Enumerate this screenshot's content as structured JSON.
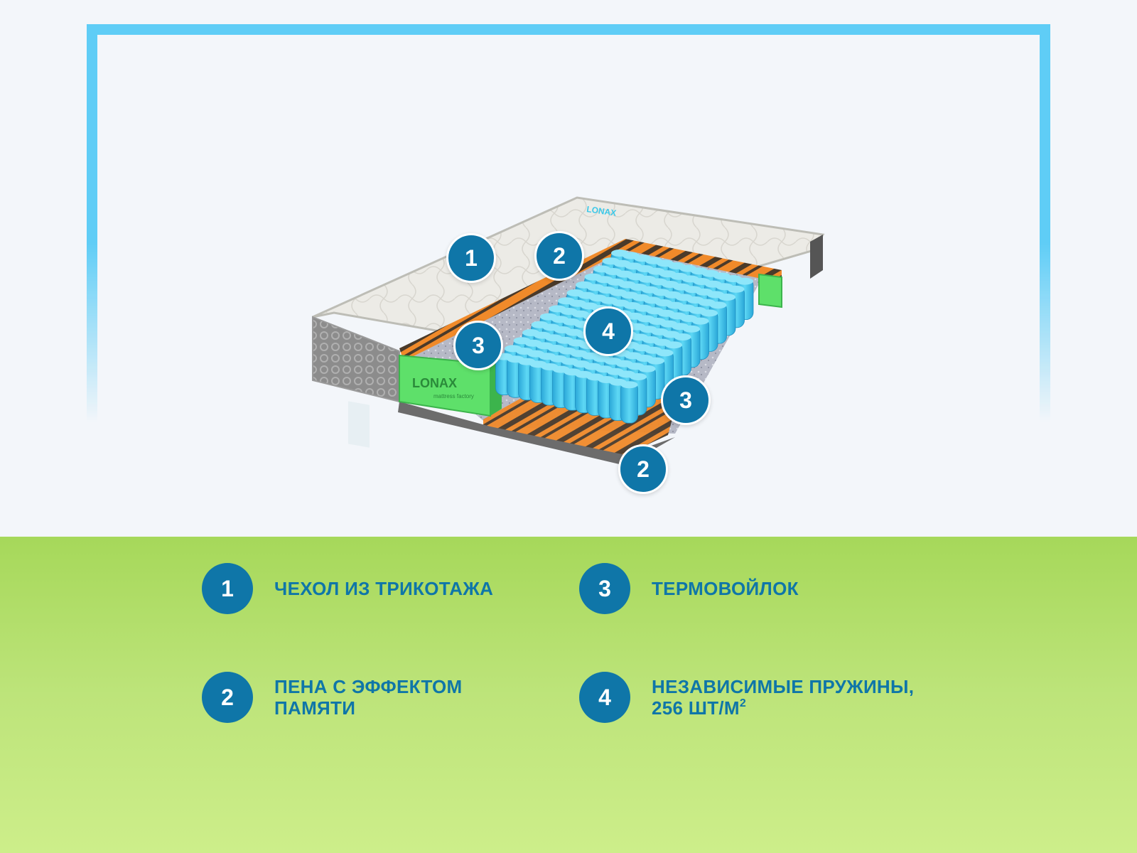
{
  "colors": {
    "frame": "#5fcdf6",
    "badge": "#0f76a8",
    "legend_bg_top": "#a6d85a",
    "legend_bg_bottom": "#cdee8a",
    "legend_text": "#0f76a8",
    "spring": "#3ec7ea",
    "foam_green": "#5ee06a",
    "foam_orange": "#f08a2a"
  },
  "mattress": {
    "logo_front": "LONAX",
    "logo_front_sub": "mattress factory",
    "logo_top": "LONAX"
  },
  "callouts": [
    {
      "number": "1"
    },
    {
      "number": "2"
    },
    {
      "number": "3"
    },
    {
      "number": "4"
    },
    {
      "number": "3"
    },
    {
      "number": "2"
    }
  ],
  "legend": [
    {
      "number": "1",
      "text": "ЧЕХОЛ ИЗ ТРИКОТАЖА"
    },
    {
      "number": "2",
      "line1": "ПЕНА С ЭФФЕКТОМ",
      "line2": "ПАМЯТИ"
    },
    {
      "number": "3",
      "text": "ТЕРМОВОЙЛОК"
    },
    {
      "number": "4",
      "line1": "НЕЗАВИСИМЫЕ ПРУЖИНЫ,",
      "line2": "256 ШТ/М",
      "sup": "2"
    }
  ]
}
